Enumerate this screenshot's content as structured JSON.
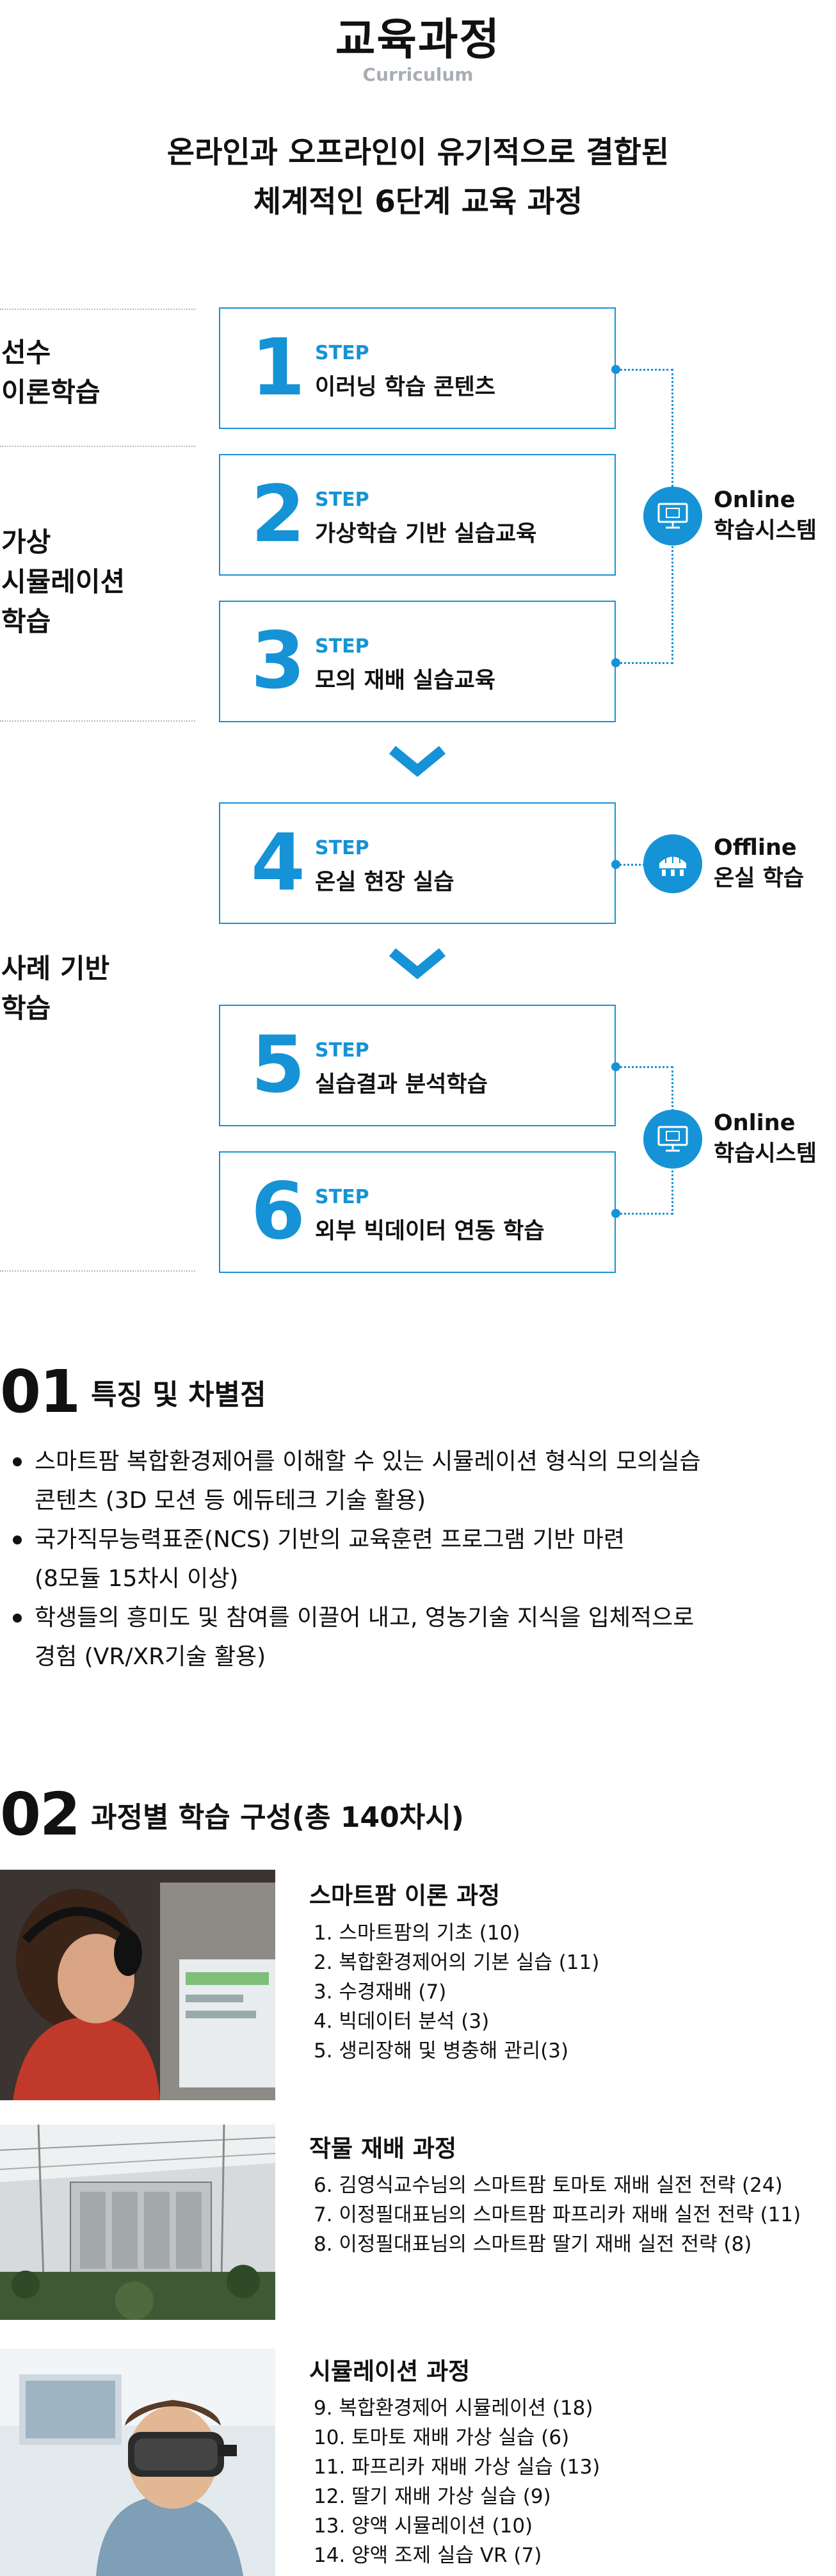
{
  "header": {
    "title": "교육과정",
    "subtitle": "Curriculum",
    "lead_line1": "온라인과 오프라인이 유기적으로 결합된",
    "lead_line2": "체계적인 6단계 교육 과정"
  },
  "categories": [
    {
      "lines": [
        "선수",
        "이론학습"
      ]
    },
    {
      "lines": [
        "가상",
        "시뮬레이션",
        "학습"
      ]
    },
    {
      "lines": [
        "사례 기반",
        "학습"
      ]
    }
  ],
  "steps": [
    {
      "num": "1",
      "label": "STEP",
      "text": "이러닝 학습 콘텐츠"
    },
    {
      "num": "2",
      "label": "STEP",
      "text": "가상학습 기반 실습교육"
    },
    {
      "num": "3",
      "label": "STEP",
      "text": "모의 재배 실습교육"
    },
    {
      "num": "4",
      "label": "STEP",
      "text": "온실 현장 실습"
    },
    {
      "num": "5",
      "label": "STEP",
      "text": "실습결과 분석학습"
    },
    {
      "num": "6",
      "label": "STEP",
      "text": "외부 빅데이터 연동 학습"
    }
  ],
  "systems": [
    {
      "line1": "Online",
      "line2": "학습시스템",
      "icon": "monitor-icon"
    },
    {
      "line1": "Offline",
      "line2": "온실 학습",
      "icon": "greenhouse-icon"
    },
    {
      "line1": "Online",
      "line2": "학습시스템",
      "icon": "monitor-icon"
    }
  ],
  "section1": {
    "num": "01",
    "title": "특징 및 차별점",
    "bullets": [
      [
        "스마트팜 복합환경제어를 이해할 수 있는 시뮬레이션 형식의 모의실습",
        "콘텐츠 (3D 모션 등 에듀테크 기술 활용)"
      ],
      [
        "국가직무능력표준(NCS) 기반의 교육훈련 프로그램 기반 마련",
        "(8모듈 15차시 이상)"
      ],
      [
        "학생들의 흥미도 및 참여를 이끌어 내고, 영농기술 지식을 입체적으로",
        "경험 (VR/XR기술 활용)"
      ]
    ]
  },
  "section2": {
    "num": "02",
    "title": "과정별 학습 구성(총 140차시)",
    "courses": [
      {
        "title": "스마트팜 이론 과정",
        "photo": "student-headphones-photo",
        "items": [
          "1. 스마트팜의 기초 (10)",
          "2. 복합환경제어의 기본 실습 (11)",
          "3. 수경재배 (7)",
          "4. 빅데이터 분석 (3)",
          "5. 생리장해 및 병충해 관리(3)"
        ]
      },
      {
        "title": "작물 재배 과정",
        "photo": "greenhouse-photo",
        "items": [
          "6.  김영식교수님의 스마트팜 토마토 재배 실전 전략 (24)",
          "7.  이정필대표님의 스마트팜 파프리카 재배 실전 전략 (11)",
          "8.  이정필대표님의 스마트팜 딸기 재배 실전 전략 (8)"
        ]
      },
      {
        "title": "시뮬레이션 과정",
        "photo": "vr-headset-photo",
        "items": [
          "9.   복합환경제어 시뮬레이션 (18)",
          "10. 토마토 재배 가상 실습 (6)",
          "11. 파프리카 재배 가상 실습 (13)",
          "12. 딸기 재배 가상 실습 (9)",
          "13. 양액 시뮬레이션 (10)",
          "14. 양액 조제 실습 VR (7)"
        ]
      }
    ]
  },
  "colors": {
    "accent": "#1593d6",
    "muted": "#a9aeb5"
  }
}
